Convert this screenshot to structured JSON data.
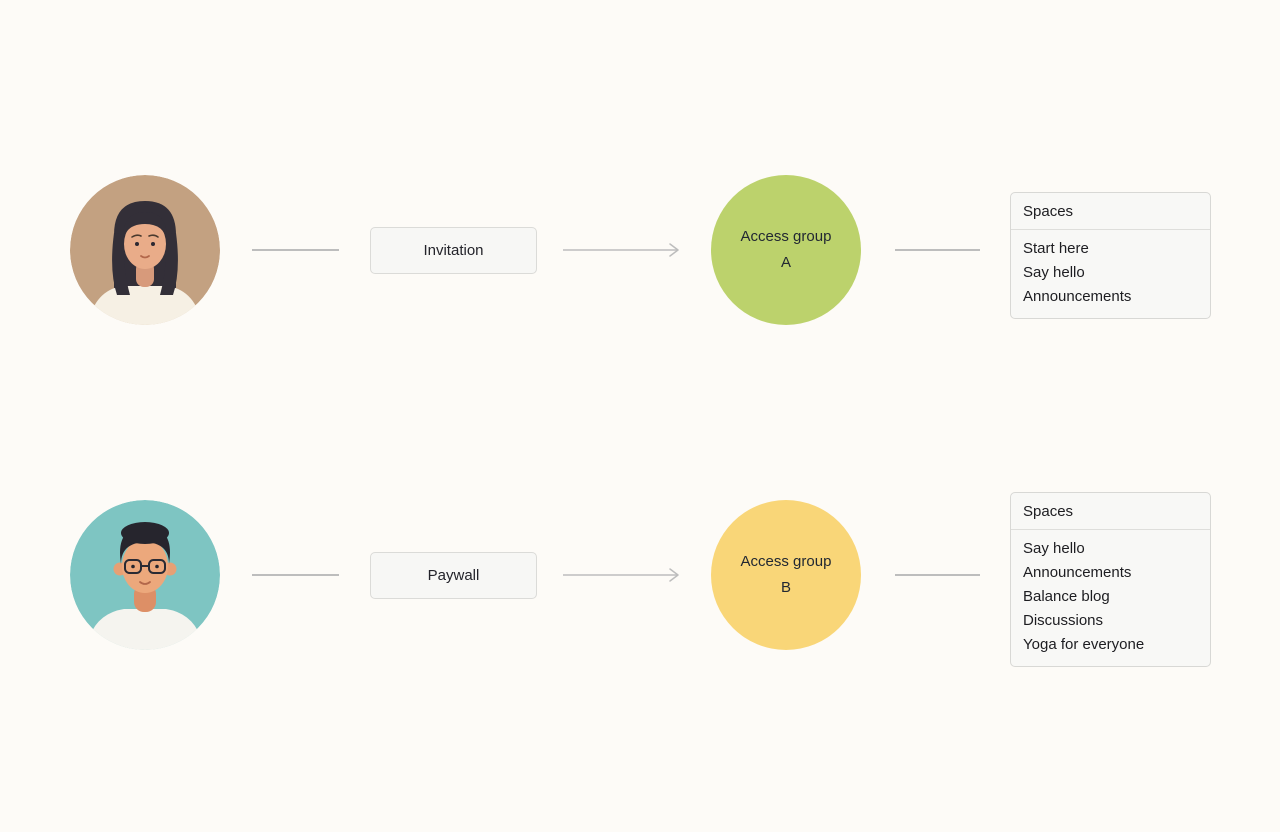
{
  "canvas": {
    "background_color": "#FDFBF7"
  },
  "connectors": {
    "color": "#BDBDBD"
  },
  "rows": [
    {
      "avatar": {
        "icon": "woman-avatar-illustration"
      },
      "gate": {
        "label": "Invitation"
      },
      "group": {
        "label": "Access group",
        "letter": "A",
        "color": "#BCD26C"
      },
      "spaces": {
        "title": "Spaces",
        "items": [
          "Start here",
          "Say hello",
          "Announcements"
        ]
      }
    },
    {
      "avatar": {
        "icon": "man-avatar-illustration"
      },
      "gate": {
        "label": "Paywall"
      },
      "group": {
        "label": "Access group",
        "letter": "B",
        "color": "#F9D678"
      },
      "spaces": {
        "title": "Spaces",
        "items": [
          "Say hello",
          "Announcements",
          "Balance blog",
          "Discussions",
          "Yoga for everyone"
        ]
      }
    }
  ]
}
